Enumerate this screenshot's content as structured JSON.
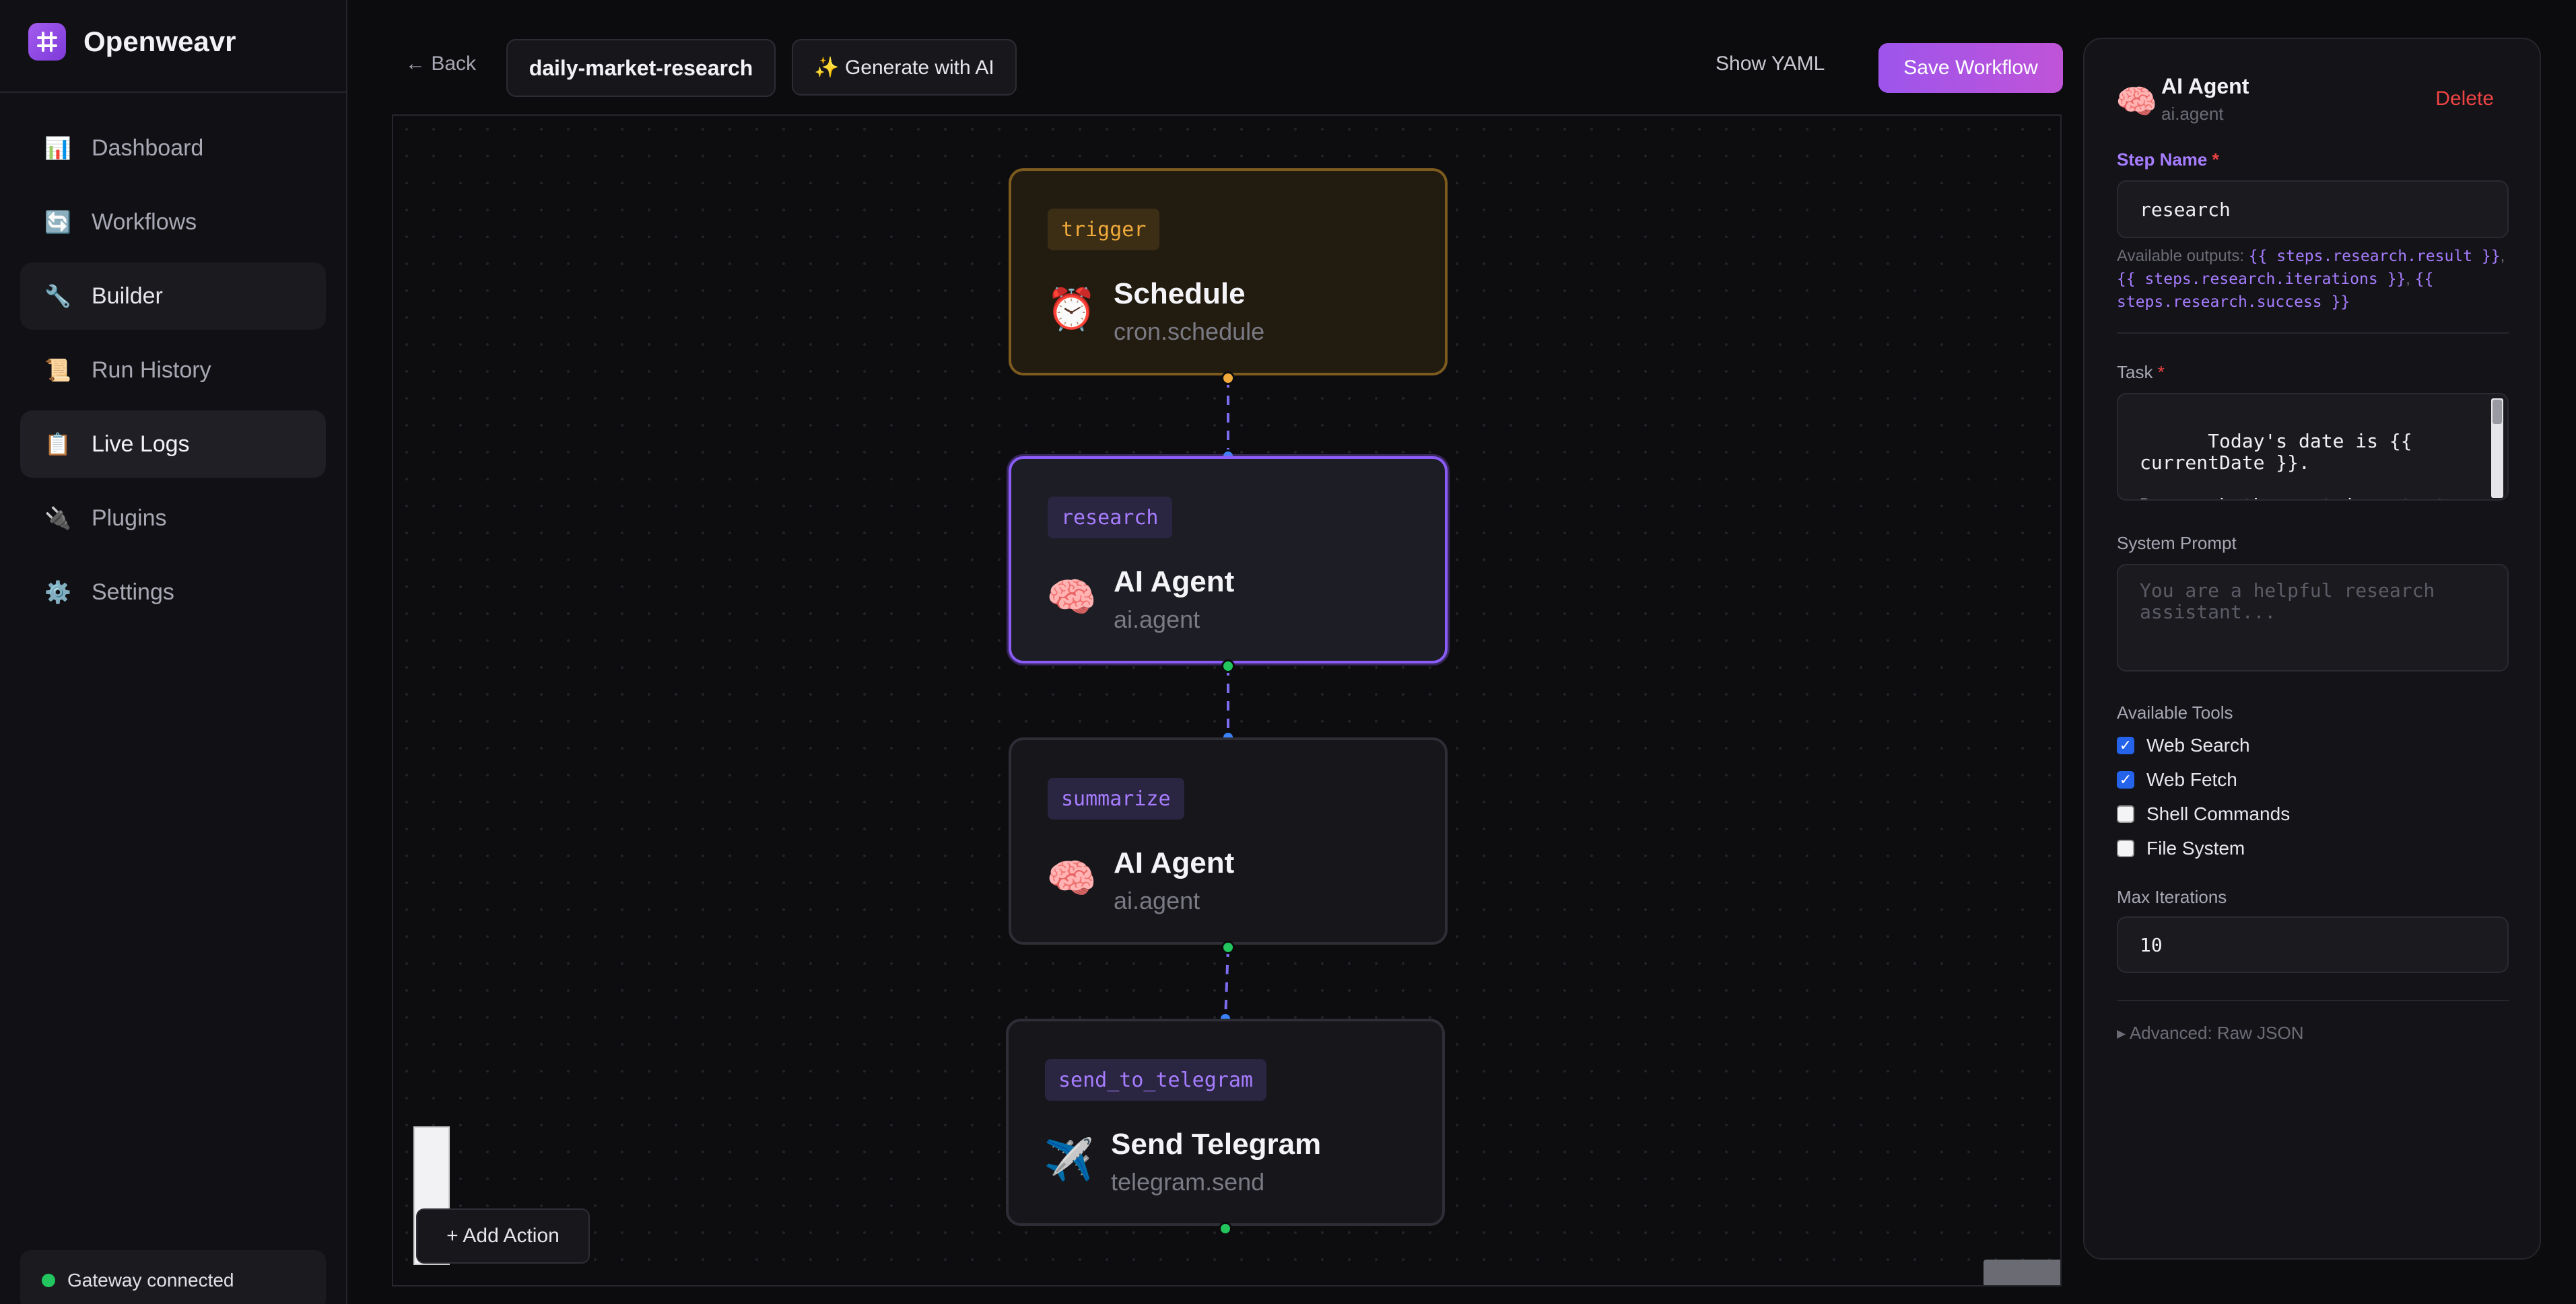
{
  "sidebar": {
    "brand": "Openweavr",
    "items": [
      {
        "label": "Dashboard",
        "icon": "📊"
      },
      {
        "label": "Workflows",
        "icon": "🔄"
      },
      {
        "label": "Builder",
        "icon": "🔧"
      },
      {
        "label": "Run History",
        "icon": "📜"
      },
      {
        "label": "Live Logs",
        "icon": "📋"
      },
      {
        "label": "Plugins",
        "icon": "🔌"
      },
      {
        "label": "Settings",
        "icon": "⚙️"
      }
    ],
    "status": "Gateway connected"
  },
  "topbar": {
    "back": "← Back",
    "workflow_name": "daily-market-research",
    "generate": "✨ Generate with AI",
    "show_yaml": "Show YAML",
    "save": "Save Workflow"
  },
  "canvas": {
    "nodes": [
      {
        "tag": "trigger",
        "icon": "⏰",
        "title": "Schedule",
        "type": "cron.schedule"
      },
      {
        "tag": "research",
        "icon": "🧠",
        "title": "AI Agent",
        "type": "ai.agent"
      },
      {
        "tag": "summarize",
        "icon": "🧠",
        "title": "AI Agent",
        "type": "ai.agent"
      },
      {
        "tag": "send_to_telegram",
        "icon": "✈️",
        "title": "Send Telegram",
        "type": "telegram.send"
      }
    ],
    "add_action": "+ Add Action"
  },
  "panel": {
    "icon": "🧠",
    "title": "AI Agent",
    "subtitle": "ai.agent",
    "delete": "Delete",
    "step_name_label": "Step Name",
    "required_mark": "*",
    "step_name_value": "research",
    "outputs_prefix": "Available outputs:",
    "outputs": [
      "{{ steps.research.result }}",
      "{{ steps.research.iterations }}",
      "{{ steps.research.success }}"
    ],
    "task_label": "Task",
    "task_value": "Today's date is {{ currentDate }}.\n\nResearch the most important market insights from the past",
    "system_prompt_label": "System Prompt",
    "system_prompt_placeholder": "You are a helpful research assistant...",
    "tools_label": "Available Tools",
    "tools": [
      {
        "label": "Web Search",
        "checked": true
      },
      {
        "label": "Web Fetch",
        "checked": true
      },
      {
        "label": "Shell Commands",
        "checked": false
      },
      {
        "label": "File System",
        "checked": false
      }
    ],
    "max_iterations_label": "Max Iterations",
    "max_iterations_value": "10",
    "advanced": "▸ Advanced: Raw JSON"
  },
  "colors": {
    "accent": "#8b5cf6",
    "trigger": "#f0a93a",
    "danger": "#ef4444",
    "success": "#22c55e",
    "save_gradient_start": "#9d55ec",
    "save_gradient_end": "#c054d8"
  }
}
